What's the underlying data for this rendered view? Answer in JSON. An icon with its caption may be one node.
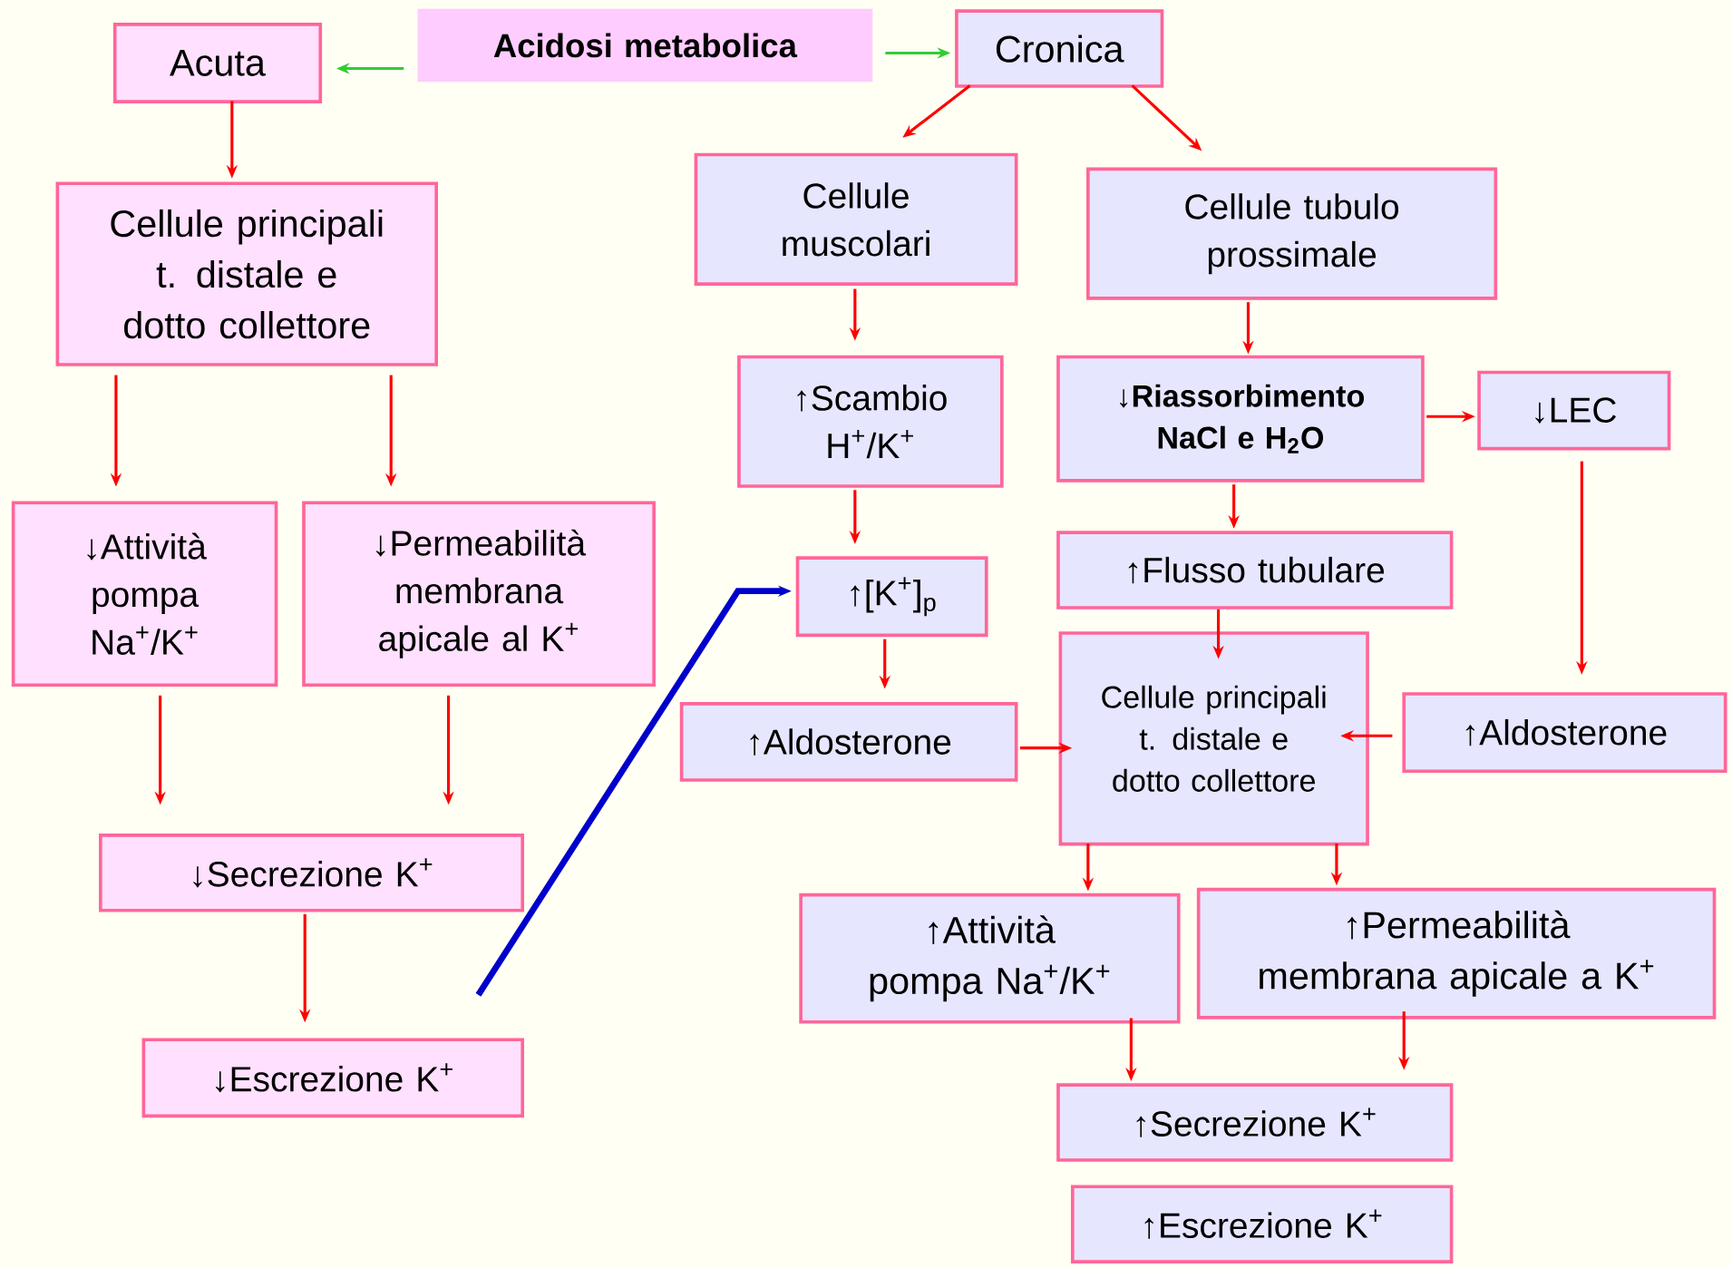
{
  "diagram": {
    "nodes": [
      {
        "text": [
          "Acuta"
        ]
      },
      {
        "text": [
          "Acidosi metabolica"
        ]
      },
      {
        "text": [
          "Cronica"
        ]
      },
      {
        "text": [
          "Cellule principali t. distale e dotto collettore"
        ]
      },
      {
        "text": [
          "Cellule muscolari"
        ]
      },
      {
        "text": [
          "Cellule tubulo prossimale"
        ]
      },
      {
        "text": [
          "↓Attività pompa Na$^{+}$/K$^{+}$"
        ]
      },
      {
        "text": [
          "↓Permeabilità membrana apicale al K$^{+}$"
        ]
      },
      {
        "text": [
          "↑Scambio H$^{+}$/K$^{+}$"
        ]
      },
      {
        "text": [
          "↓Riassorbimento NaCl e H$_{2}$O"
        ]
      },
      {
        "text": [
          "↓LEC"
        ]
      },
      {
        "text": [
          "↑[K$^{+}$]$_{p}$"
        ]
      },
      {
        "text": [
          "↑Flusso tubulare"
        ]
      },
      {
        "text": [
          "↑Aldosterone"
        ]
      },
      {
        "text": [
          "Cellule principali t. distale e dotto collettore"
        ]
      },
      {
        "text": [
          "↑Aldosterone"
        ]
      },
      {
        "text": [
          "↓Secrezione K$^{+}$"
        ]
      },
      {
        "text": [
          "↑Attività pompa Na$^{+}$/K$^{+}$"
        ]
      },
      {
        "text": [
          "↑Permeabilità membrana apicale a K$^{+}$"
        ]
      },
      {
        "text": [
          "↓Escrezione K$^{+}$"
        ]
      },
      {
        "text": [
          "↑Secrezione K$^{+}$"
        ]
      },
      {
        "text": [
          "↑Escrezione K$^{+}$"
        ]
      }
    ],
    "edges": [
      {
        "from": 1,
        "to": 0,
        "arrow": "to",
        "color": "#33cc33"
      },
      {
        "from": 1,
        "to": 2,
        "arrow": "to",
        "color": "#33cc33"
      },
      {
        "from": 0,
        "to": 3,
        "arrow": "to"
      },
      {
        "from": 2,
        "to": 4,
        "arrow": "to"
      },
      {
        "from": 2,
        "to": 5,
        "arrow": "to"
      },
      {
        "from": 3,
        "to": 6,
        "arrow": "to"
      },
      {
        "from": 3,
        "to": 7,
        "arrow": "to"
      },
      {
        "from": 4,
        "to": 8,
        "arrow": "to"
      },
      {
        "from": 5,
        "to": 9,
        "arrow": "to"
      },
      {
        "from": 9,
        "to": 10,
        "arrow": "to"
      },
      {
        "from": 8,
        "to": 11,
        "arrow": "to"
      },
      {
        "from": 9,
        "to": 12,
        "arrow": "to"
      },
      {
        "from": 11,
        "to": 13,
        "arrow": "to"
      },
      {
        "from": 12,
        "to": 14,
        "arrow": "to"
      },
      {
        "from": 13,
        "to": 14,
        "arrow": "to"
      },
      {
        "from": 15,
        "to": 14,
        "arrow": "to"
      },
      {
        "from": 10,
        "to": 15,
        "arrow": "to"
      },
      {
        "from": 6,
        "to": 16,
        "arrow": "to"
      },
      {
        "from": 7,
        "to": 16,
        "arrow": "to"
      },
      {
        "from": 16,
        "to": 19,
        "arrow": "to"
      },
      {
        "from": 14,
        "to": 17,
        "arrow": "to"
      },
      {
        "from": 14,
        "to": 18,
        "arrow": "to"
      },
      {
        "from": 17,
        "to": 20,
        "arrow": "to"
      },
      {
        "from": 18,
        "to": 20,
        "arrow": "to"
      },
      {
        "from": 19,
        "to": 11,
        "arrow": "to",
        "style": "thick",
        "color": "#0000cc"
      }
    ]
  }
}
